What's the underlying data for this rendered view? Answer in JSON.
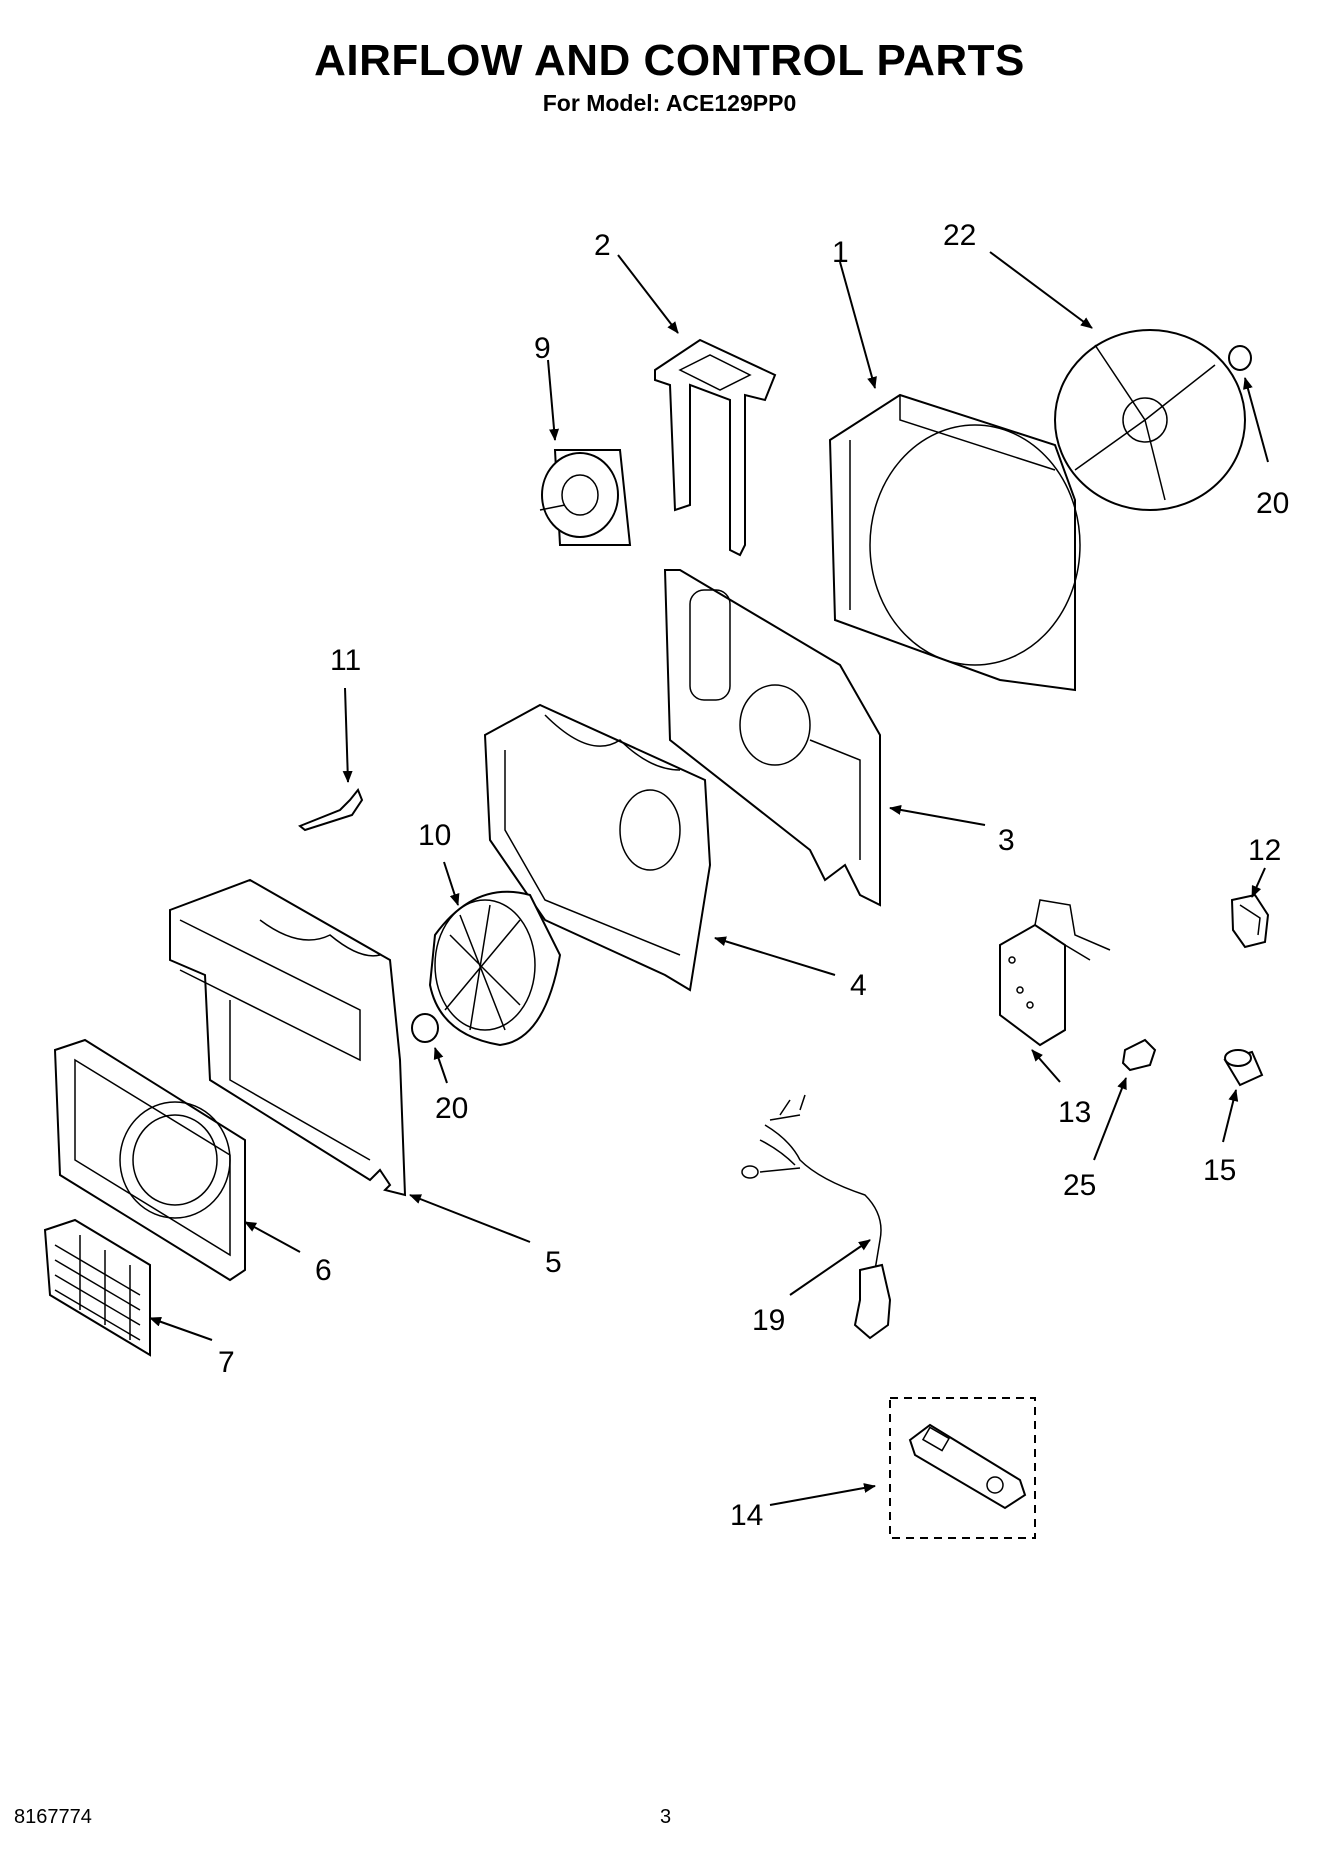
{
  "header": {
    "title": "AIRFLOW AND CONTROL PARTS",
    "subtitle": "For Model: ACE129PP0"
  },
  "footer": {
    "doc_number": "8167774",
    "page_number": "3"
  },
  "callouts": [
    "1",
    "2",
    "3",
    "4",
    "5",
    "6",
    "7",
    "9",
    "10",
    "11",
    "12",
    "13",
    "14",
    "15",
    "19",
    "20",
    "20",
    "22",
    "25"
  ]
}
